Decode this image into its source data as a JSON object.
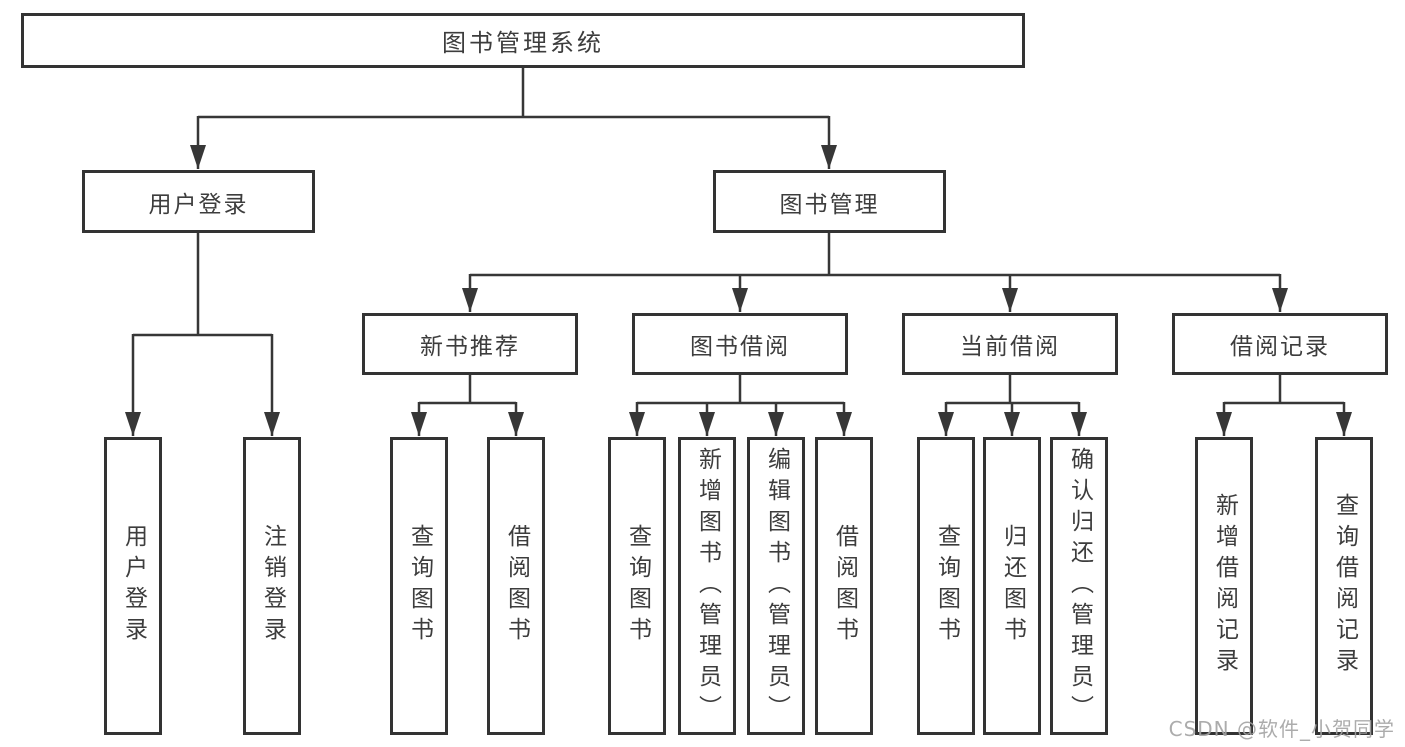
{
  "diagram": {
    "root": {
      "label": "图书管理系统"
    },
    "user_branch": {
      "label": "用户登录",
      "leaves": {
        "login": "用户登录",
        "logout": "注销登录"
      }
    },
    "book_branch": {
      "label": "图书管理",
      "sections": {
        "new_books": {
          "label": "新书推荐",
          "leaves": {
            "search": "查询图书",
            "borrow": "借阅图书"
          }
        },
        "book_borrow": {
          "label": "图书借阅",
          "leaves": {
            "search": "查询图书",
            "add": "新增图书（管理员）",
            "edit": "编辑图书（管理员）",
            "borrow": "借阅图书"
          }
        },
        "current_borrow": {
          "label": "当前借阅",
          "leaves": {
            "search": "查询图书",
            "return": "归还图书",
            "confirm": "确认归还（管理员）"
          }
        },
        "borrow_records": {
          "label": "借阅记录",
          "leaves": {
            "add": "新增借阅记录",
            "search": "查询借阅记录"
          }
        }
      }
    }
  },
  "watermark": {
    "text": "CSDN @软件_小贺同学"
  },
  "colors": {
    "line": "#373737",
    "box_border": "#333333",
    "text": "#3d3d3d",
    "watermark": "#a3a3a3",
    "background": "#ffffff"
  }
}
